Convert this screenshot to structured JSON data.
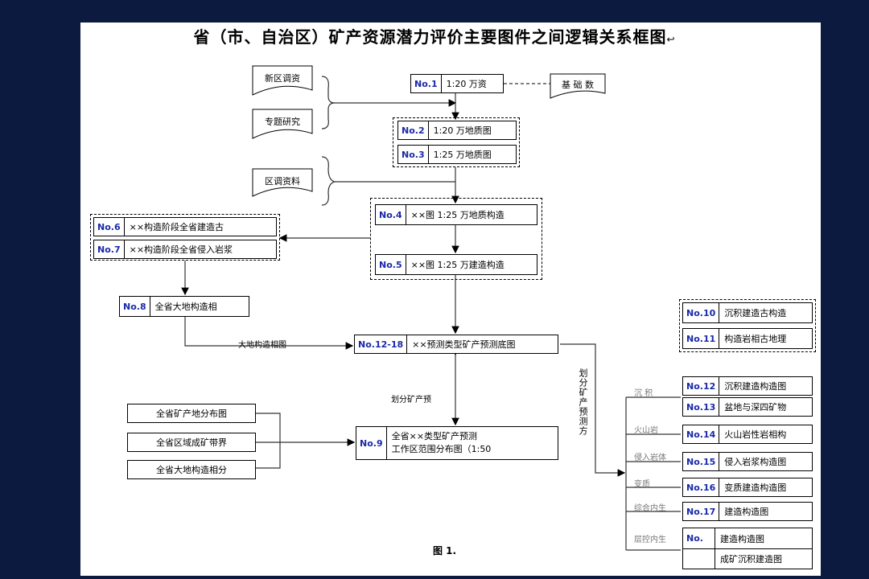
{
  "title": "省（市、自治区）矿产资源潜力评价主要图件之间逻辑关系框图",
  "title_mark": "↩",
  "docs": [
    "新区调资",
    "专题研究",
    "区调资料"
  ],
  "box_basic": "基 础 数",
  "boxes": {
    "b1": {
      "no": "No.1",
      "text": "1:20 万资"
    },
    "b2": {
      "no": "No.2",
      "text": "1:20 万地质图"
    },
    "b3": {
      "no": "No.3",
      "text": "1:25 万地质图"
    },
    "b4": {
      "no": "No.4",
      "text": "××图 1:25 万地质构造"
    },
    "b5": {
      "no": "No.5",
      "text": "××图 1:25 万建造构造"
    },
    "b6": {
      "no": "No.6",
      "text": "××构造阶段全省建造古"
    },
    "b7": {
      "no": "No.7",
      "text": "××构造阶段全省侵入岩浆"
    },
    "b8": {
      "no": "No.8",
      "text": "全省大地构造相"
    },
    "b12": {
      "no": "No.12-18",
      "text": "××预测类型矿产预测底图"
    },
    "b10": {
      "no": "No.10",
      "text": "沉积建造古构造"
    },
    "b11": {
      "no": "No.11",
      "text": "构造岩相古地理"
    },
    "r12": {
      "no": "No.12",
      "text": "沉积建造构造图"
    },
    "r13": {
      "no": "No.13",
      "text": "盆地与深四矿物"
    },
    "r14": {
      "no": "No.14",
      "text": "火山岩性岩相构"
    },
    "r15": {
      "no": "No.15",
      "text": "侵入岩浆构造图"
    },
    "r16": {
      "no": "No.16",
      "text": "变质建造构造图"
    },
    "r17": {
      "no": "No.17",
      "text": "建造构造图"
    },
    "r18a": {
      "no": "No.",
      "text": "建造构造图"
    },
    "r18b": {
      "no": "",
      "text": "成矿沉积建造图"
    },
    "b9": {
      "no": "No.9",
      "text1": "全省××类型矿产预测",
      "text2": "工作区范围分布图（1:50"
    }
  },
  "left_list": [
    "全省矿产地分布图",
    "全省区域成矿带界",
    "全省大地构造相分"
  ],
  "labels": {
    "tectonic": "大地构造相图",
    "divide": "划分矿产预",
    "divide_vert": "划分矿产预测方",
    "sed": "沉 积",
    "volc": "火山岩",
    "intr": "侵入岩体",
    "meta": "变质",
    "comp": "综合内生",
    "layer": "层控内生"
  },
  "footer": "图 1."
}
